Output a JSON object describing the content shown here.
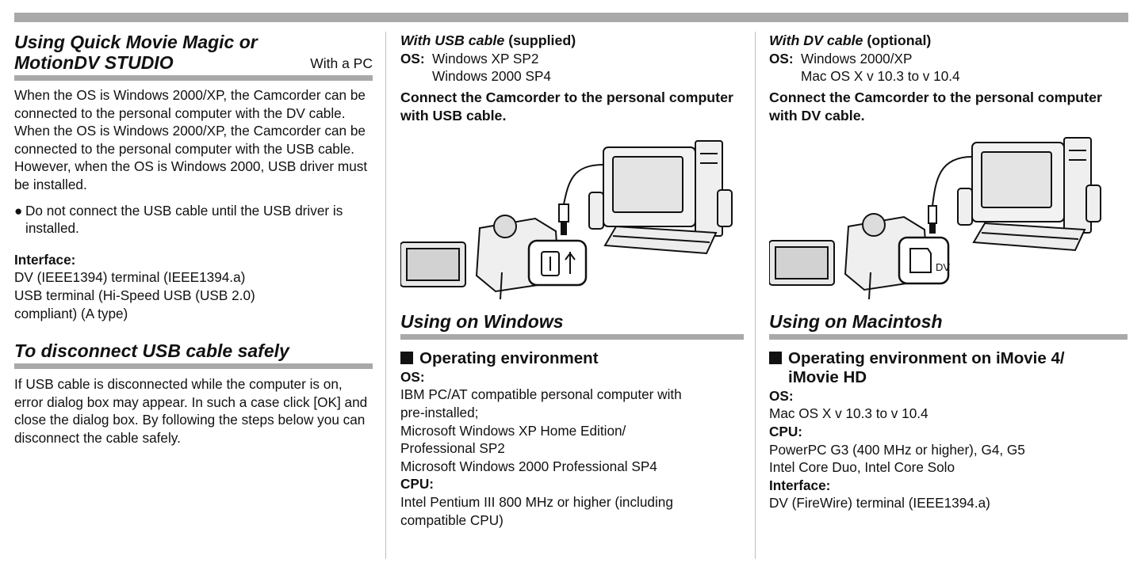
{
  "left": {
    "title_line1": "Using Quick Movie Magic or",
    "title_line2": "MotionDV STUDIO",
    "with_pc": "With a PC",
    "paragraphs": [
      "When the OS is Windows 2000/XP, the Camcorder can be connected to the personal computer with the DV cable.",
      "When the OS is Windows 2000/XP, the Camcorder can be connected to the personal computer with the USB cable. However, when the OS is Windows 2000, USB driver must be installed."
    ],
    "bullet": "Do not connect the USB cable until the USB driver is installed.",
    "interface_label": "Interface:",
    "interface_lines": [
      "DV (IEEE1394) terminal (IEEE1394.a)",
      "USB terminal (Hi-Speed USB (USB 2.0)",
      "compliant) (A type)"
    ],
    "disconnect_title": "To disconnect USB cable safely",
    "disconnect_text": "If USB cable is disconnected while the computer is on, error dialog box may appear. In such a case click [OK] and close the dialog box. By following the steps below you can disconnect the cable safely."
  },
  "middle": {
    "with_bold": "With USB cable",
    "with_rest": " (supplied)",
    "os_label": "OS:",
    "os_lines": [
      "Windows XP SP2",
      "Windows 2000 SP4"
    ],
    "connect": "Connect the Camcorder to the personal computer with USB cable.",
    "section_title": "Using on Windows",
    "env_title": "Operating environment",
    "os_head": "OS:",
    "os_text": [
      "IBM PC/AT compatible personal computer with",
      "pre-installed;",
      "Microsoft Windows XP Home Edition/",
      "Professional SP2",
      "Microsoft Windows 2000 Professional SP4"
    ],
    "cpu_head": "CPU:",
    "cpu_text": [
      "Intel Pentium III 800 MHz or higher (including",
      "compatible CPU)"
    ]
  },
  "right": {
    "with_bold": "With DV cable",
    "with_rest": " (optional)",
    "os_label": "OS:",
    "os_lines": [
      "Windows 2000/XP",
      "Mac OS X v 10.3 to v 10.4"
    ],
    "connect": "Connect the Camcorder to the personal computer with DV cable.",
    "dv_label": "DV",
    "section_title": "Using on Macintosh",
    "env_title_line1": "Operating environment on iMovie 4/",
    "env_title_line2": "iMovie HD",
    "os_head": "OS:",
    "os_text": "Mac OS X v 10.3 to v 10.4",
    "cpu_head": "CPU:",
    "cpu_text": [
      "PowerPC G3 (400 MHz or higher), G4, G5",
      "Intel Core Duo, Intel Core Solo"
    ],
    "interface_head": "Interface:",
    "interface_text": "DV (FireWire) terminal (IEEE1394.a)"
  }
}
